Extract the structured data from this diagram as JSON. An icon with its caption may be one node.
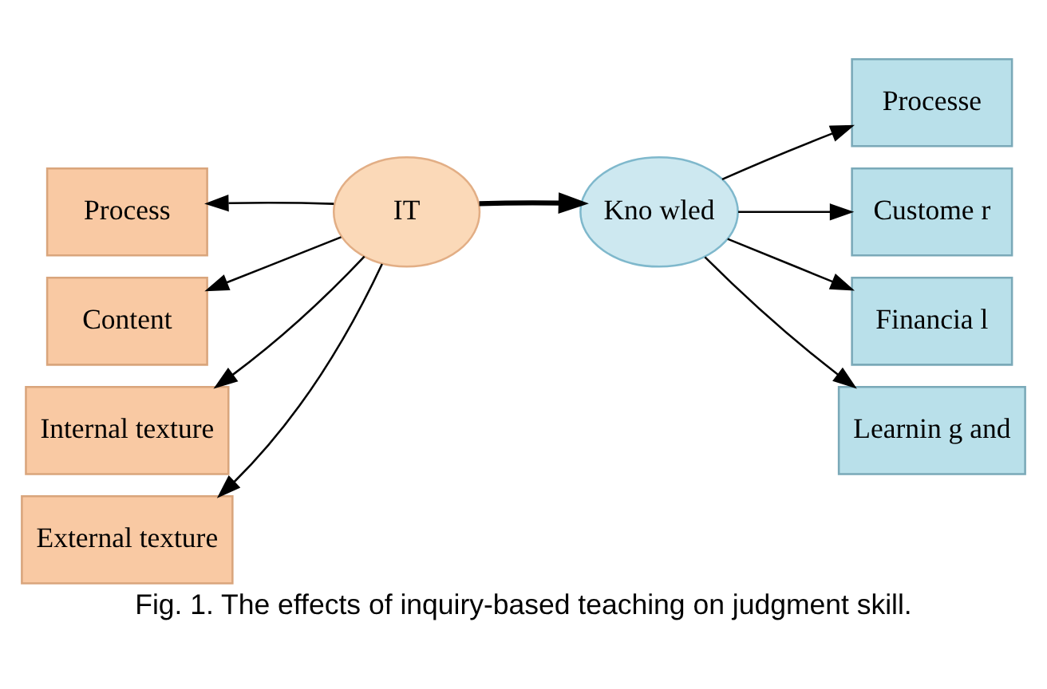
{
  "diagram": {
    "caption": "Fig. 1. The effects of inquiry-based teaching on judgment skill.",
    "nodes": [
      {
        "text": [
          "Process"
        ]
      },
      {
        "text": [
          "Content"
        ]
      },
      {
        "text": [
          "Internal texture"
        ]
      },
      {
        "text": [
          "External texture"
        ]
      },
      {
        "text": [
          "IT"
        ]
      },
      {
        "text": [
          "Kno wled"
        ]
      },
      {
        "text": [
          "Processe"
        ]
      },
      {
        "text": [
          "Custome r"
        ]
      },
      {
        "text": [
          "Financia l"
        ]
      },
      {
        "text": [
          "Learnin g and"
        ]
      }
    ],
    "edges": [
      {
        "from": 4,
        "to": 0,
        "arrow": "to"
      },
      {
        "from": 4,
        "to": 1,
        "arrow": "to"
      },
      {
        "from": 4,
        "to": 2,
        "arrow": "to"
      },
      {
        "from": 4,
        "to": 3,
        "arrow": "to"
      },
      {
        "from": 4,
        "to": 5,
        "arrow": "to",
        "style": "thick"
      },
      {
        "from": 5,
        "to": 6,
        "arrow": "to"
      },
      {
        "from": 5,
        "to": 7,
        "arrow": "to"
      },
      {
        "from": 5,
        "to": 8,
        "arrow": "to"
      },
      {
        "from": 5,
        "to": 9,
        "arrow": "to"
      }
    ]
  }
}
